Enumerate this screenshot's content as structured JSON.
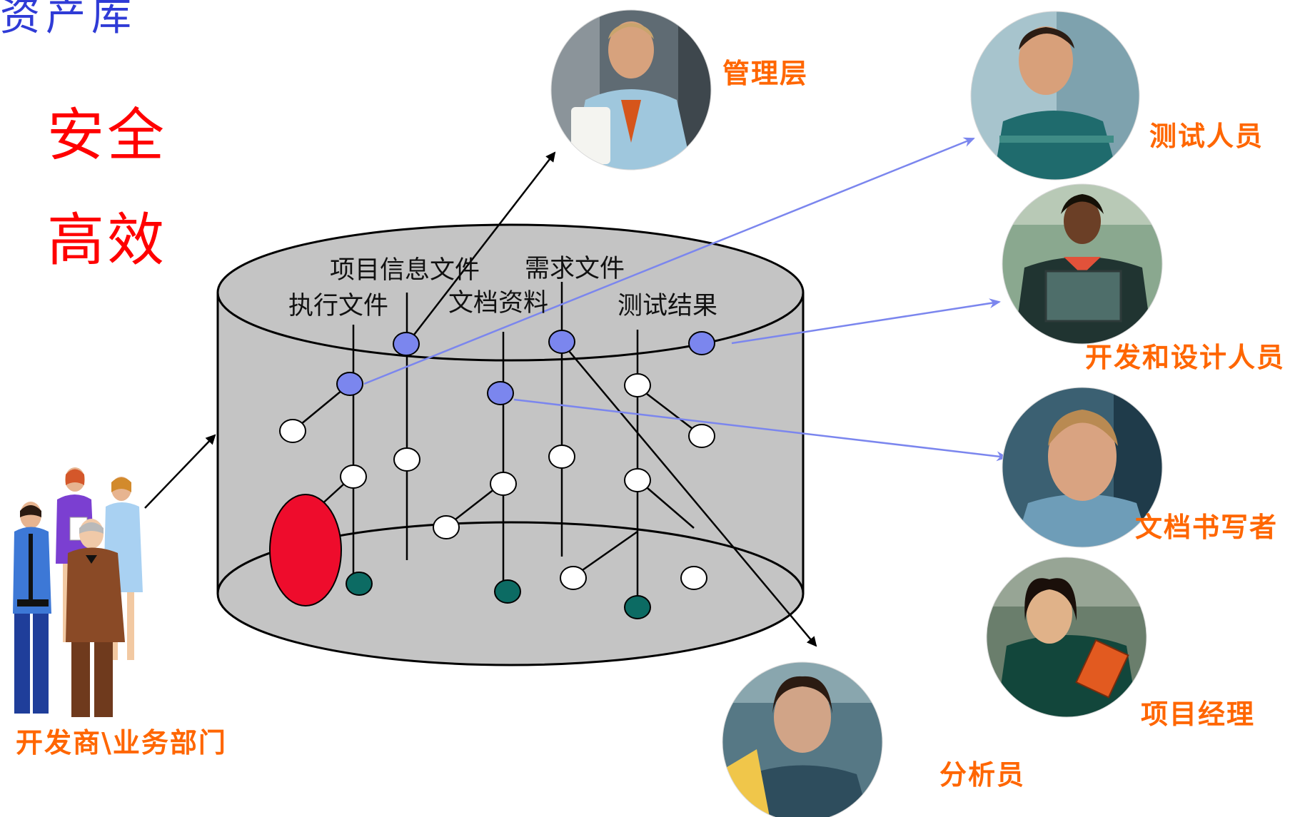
{
  "heading_partial": "资产库",
  "slogans": [
    "安全",
    "高效"
  ],
  "repository_labels": [
    "项目信息文件",
    "需求文件",
    "执行文件",
    "文档资料",
    "测试结果"
  ],
  "roles": {
    "management": "管理层",
    "tester": "测试人员",
    "developer_designer": "开发和设计人员",
    "doc_writer": "文档书写者",
    "project_manager": "项目经理",
    "analyst": "分析员",
    "vendor": "开发商\\业务部门"
  },
  "colors": {
    "cylinder": "#c4c4c4",
    "blue_node": "#7b86ee",
    "teal_node": "#0c6b63",
    "red_node": "#ee0c2c",
    "blue_arrow": "#7b86ee",
    "orange_text": "#ff6600",
    "red_text": "#ff0000"
  }
}
